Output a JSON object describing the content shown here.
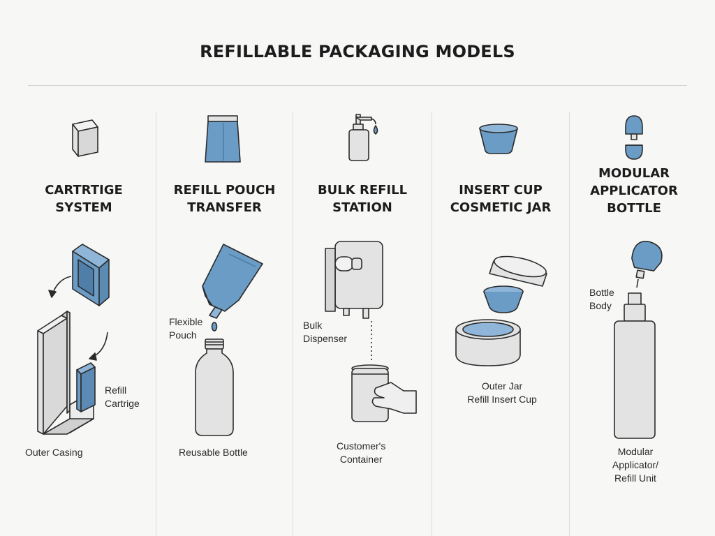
{
  "title": "REFILLABLE PACKAGING MODELS",
  "palette": {
    "accent": "#6a9cc6",
    "line": "#2b2b2b",
    "fill": "#e3e3e3"
  },
  "models": [
    {
      "icon": "cartridge-box-icon",
      "heading": "CARTRTIGE\nSYSTEM",
      "labels": {
        "refill": "Refill\nCartrige",
        "casing": "Outer Casing"
      }
    },
    {
      "icon": "pouch-icon",
      "heading": "REFILL POUCH\nTRANSFER",
      "labels": {
        "pouch": "Flexible\nPouch",
        "bottle": "Reusable Bottle"
      }
    },
    {
      "icon": "pump-bottle-icon",
      "heading": "BULK REFILL\nSTATION",
      "labels": {
        "dispenser": "Bulk\nDispenser",
        "container": "Customer's\nContainer"
      }
    },
    {
      "icon": "cup-icon",
      "heading": "INSERT CUP\nCOSMETIC JAR",
      "labels": {
        "jar": "Outer Jar\nRefill Insert Cup"
      }
    },
    {
      "icon": "capsule-icon",
      "heading": "MODULAR\nAPPLICATOR\nBOTTLE",
      "labels": {
        "body": "Bottle\nBody",
        "unit": "Modular\nApplicator/\nRefill Unit"
      }
    }
  ]
}
